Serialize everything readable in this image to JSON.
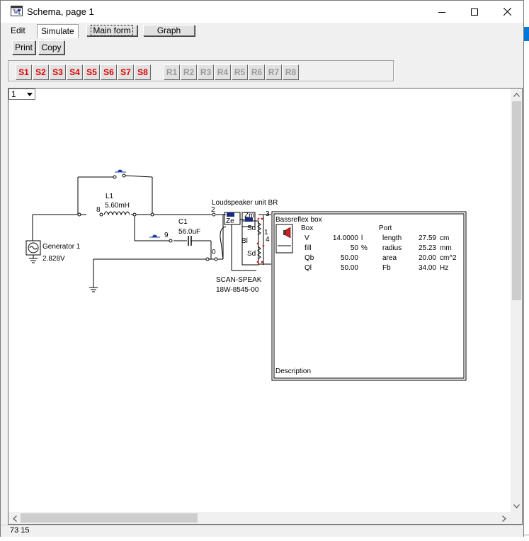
{
  "window": {
    "title": "Schema, page 1"
  },
  "menu": {
    "tabs": [
      "Edit",
      "Simulate"
    ],
    "main_form_label": "Main form",
    "graph_label": "Graph"
  },
  "toolbar": {
    "print_label": "Print",
    "copy_label": "Copy"
  },
  "sim_buttons": [
    "S1",
    "S2",
    "S3",
    "S4",
    "S5",
    "S6",
    "S7",
    "S8"
  ],
  "result_buttons": [
    "R1",
    "R2",
    "R3",
    "R4",
    "R5",
    "R6",
    "R7",
    "R8"
  ],
  "page_selector": {
    "value": "1"
  },
  "schematic": {
    "generator": {
      "name": "Generator 1",
      "voltage": "2.828V"
    },
    "inductor": {
      "name": "L1",
      "value": "5.60mH",
      "node": "8"
    },
    "capacitor": {
      "name": "C1",
      "value": "56.0uF",
      "node": "9"
    },
    "ground_node": "0",
    "speaker": {
      "title": "Loudspeaker unit BR",
      "node": "2",
      "ze": "Ze",
      "zm": "Zm",
      "bl": "Bl",
      "sd1": "Sd",
      "sd2": "Sd",
      "pin1": "1",
      "pin3": "3",
      "pin4": "4",
      "model_line1": "SCAN-SPEAK",
      "model_line2": "18W-8545-00"
    },
    "box": {
      "title": "Bassreflex box",
      "box_header": "Box",
      "port_header": "Port",
      "rows": [
        {
          "b_label": "V",
          "b_value": "14.0000",
          "b_unit": "l",
          "p_label": "length",
          "p_value": "27.59",
          "p_unit": "cm"
        },
        {
          "b_label": "fill",
          "b_value": "50",
          "b_unit": "%",
          "p_label": "radius",
          "p_value": "25.23",
          "p_unit": "mm"
        },
        {
          "b_label": "Qb",
          "b_value": "50.00",
          "b_unit": "",
          "p_label": "area",
          "p_value": "20.00",
          "p_unit": "cm^2"
        },
        {
          "b_label": "Ql",
          "b_value": "50.00",
          "b_unit": "",
          "p_label": "Fb",
          "p_value": "34.00",
          "p_unit": "Hz"
        }
      ],
      "description_label": "Description"
    }
  },
  "status": {
    "coords": "73  15"
  },
  "colors": {
    "sim_active": "#e00000",
    "sim_disabled": "#9a9a9a",
    "probe": "#1e3fa0",
    "terminal": "#1b2a80"
  }
}
